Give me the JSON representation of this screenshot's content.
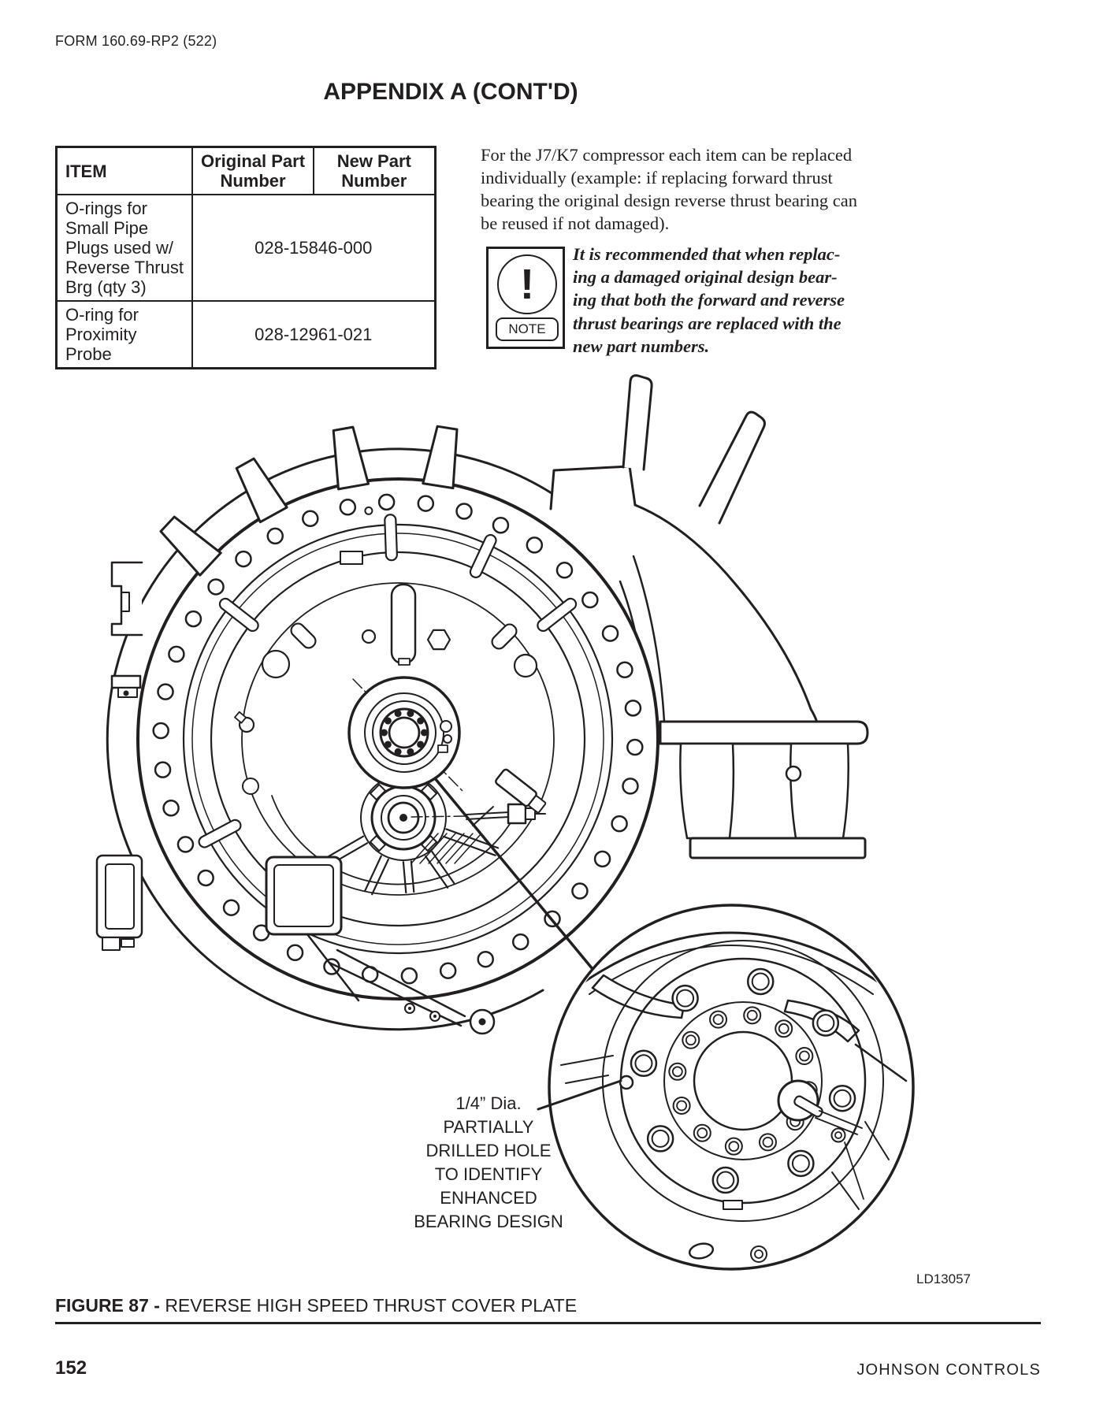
{
  "page": {
    "header": "FORM 160.69-RP2 (522)",
    "title": "APPENDIX A (CONT'D)",
    "footer": {
      "page_number": "152",
      "company": "JOHNSON CONTROLS"
    }
  },
  "parts_table": {
    "headers": {
      "item": "ITEM",
      "original": "Original Part\nNumber",
      "new_part": "New Part\nNumber"
    },
    "rows": [
      {
        "item": "O-rings for\nSmall Pipe\nPlugs used w/\nReverse Thrust\nBrg (qty 3)",
        "part_number": "028-15846-000"
      },
      {
        "item": "O-ring for\nProximity\nProbe",
        "part_number": "028-12961-021"
      }
    ]
  },
  "intro_paragraph": "For the J7/K7 compressor each item can be replaced\nindividually (example: if replacing forward thrust\nbearing the original design reverse thrust bearing can\nbe reused if not damaged).",
  "note": {
    "symbol": "!",
    "label": "NOTE",
    "text": "It is recommended that when replac-\ning a damaged original design bear-\ning that both the forward and reverse\nthrust bearings are replaced with the\nnew part numbers."
  },
  "figure": {
    "annotation": "1/4” Dia.\nPARTIALLY\nDRILLED HOLE\nTO IDENTIFY\nENHANCED\nBEARING DESIGN",
    "drawing_id": "LD13057",
    "caption_label": "FIGURE 87 - ",
    "caption_title": "REVERSE HIGH SPEED THRUST COVER PLATE"
  },
  "colors": {
    "ink": "#231f20",
    "paper": "#ffffff"
  }
}
